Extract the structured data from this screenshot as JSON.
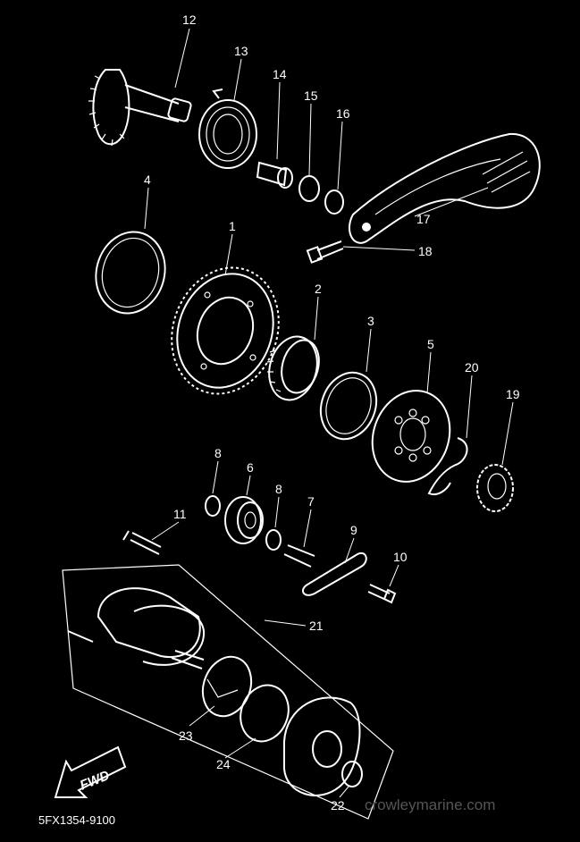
{
  "diagram": {
    "callouts": {
      "c1": "1",
      "c2": "2",
      "c3": "3",
      "c4": "4",
      "c5": "5",
      "c6": "6",
      "c7": "7",
      "c8a": "8",
      "c8b": "8",
      "c9": "9",
      "c10": "10",
      "c11": "11",
      "c12": "12",
      "c13": "13",
      "c14": "14",
      "c15": "15",
      "c16": "16",
      "c17": "17",
      "c18": "18",
      "c19": "19",
      "c20": "20",
      "c21": "21",
      "c22": "22",
      "c23": "23",
      "c24": "24"
    },
    "direction_label": "FWD",
    "drawing_code": "5FX1354-9100",
    "watermark": "crowleymarine.com"
  }
}
